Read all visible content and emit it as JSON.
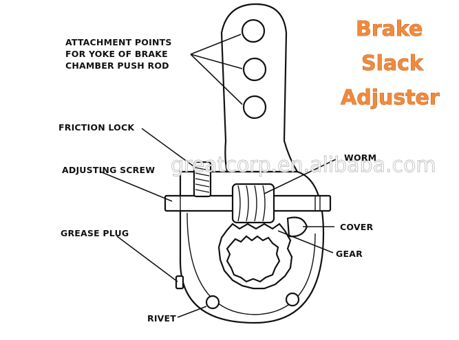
{
  "title": {
    "line1": "Brake",
    "line2": "Slack",
    "line3": "Adjuster",
    "color": "#f08a3c"
  },
  "watermark": "greatcorp.en.alibaba.com",
  "labels": {
    "attachment": [
      "ATTACHMENT POINTS",
      "FOR YOKE OF BRAKE",
      "CHAMBER PUSH ROD"
    ],
    "friction_lock": "FRICTION LOCK",
    "adjusting_screw": "ADJUSTING SCREW",
    "worm": "WORM",
    "cover": "COVER",
    "gear": "GEAR",
    "grease_plug": "GREASE PLUG",
    "rivet": "RIVET"
  }
}
